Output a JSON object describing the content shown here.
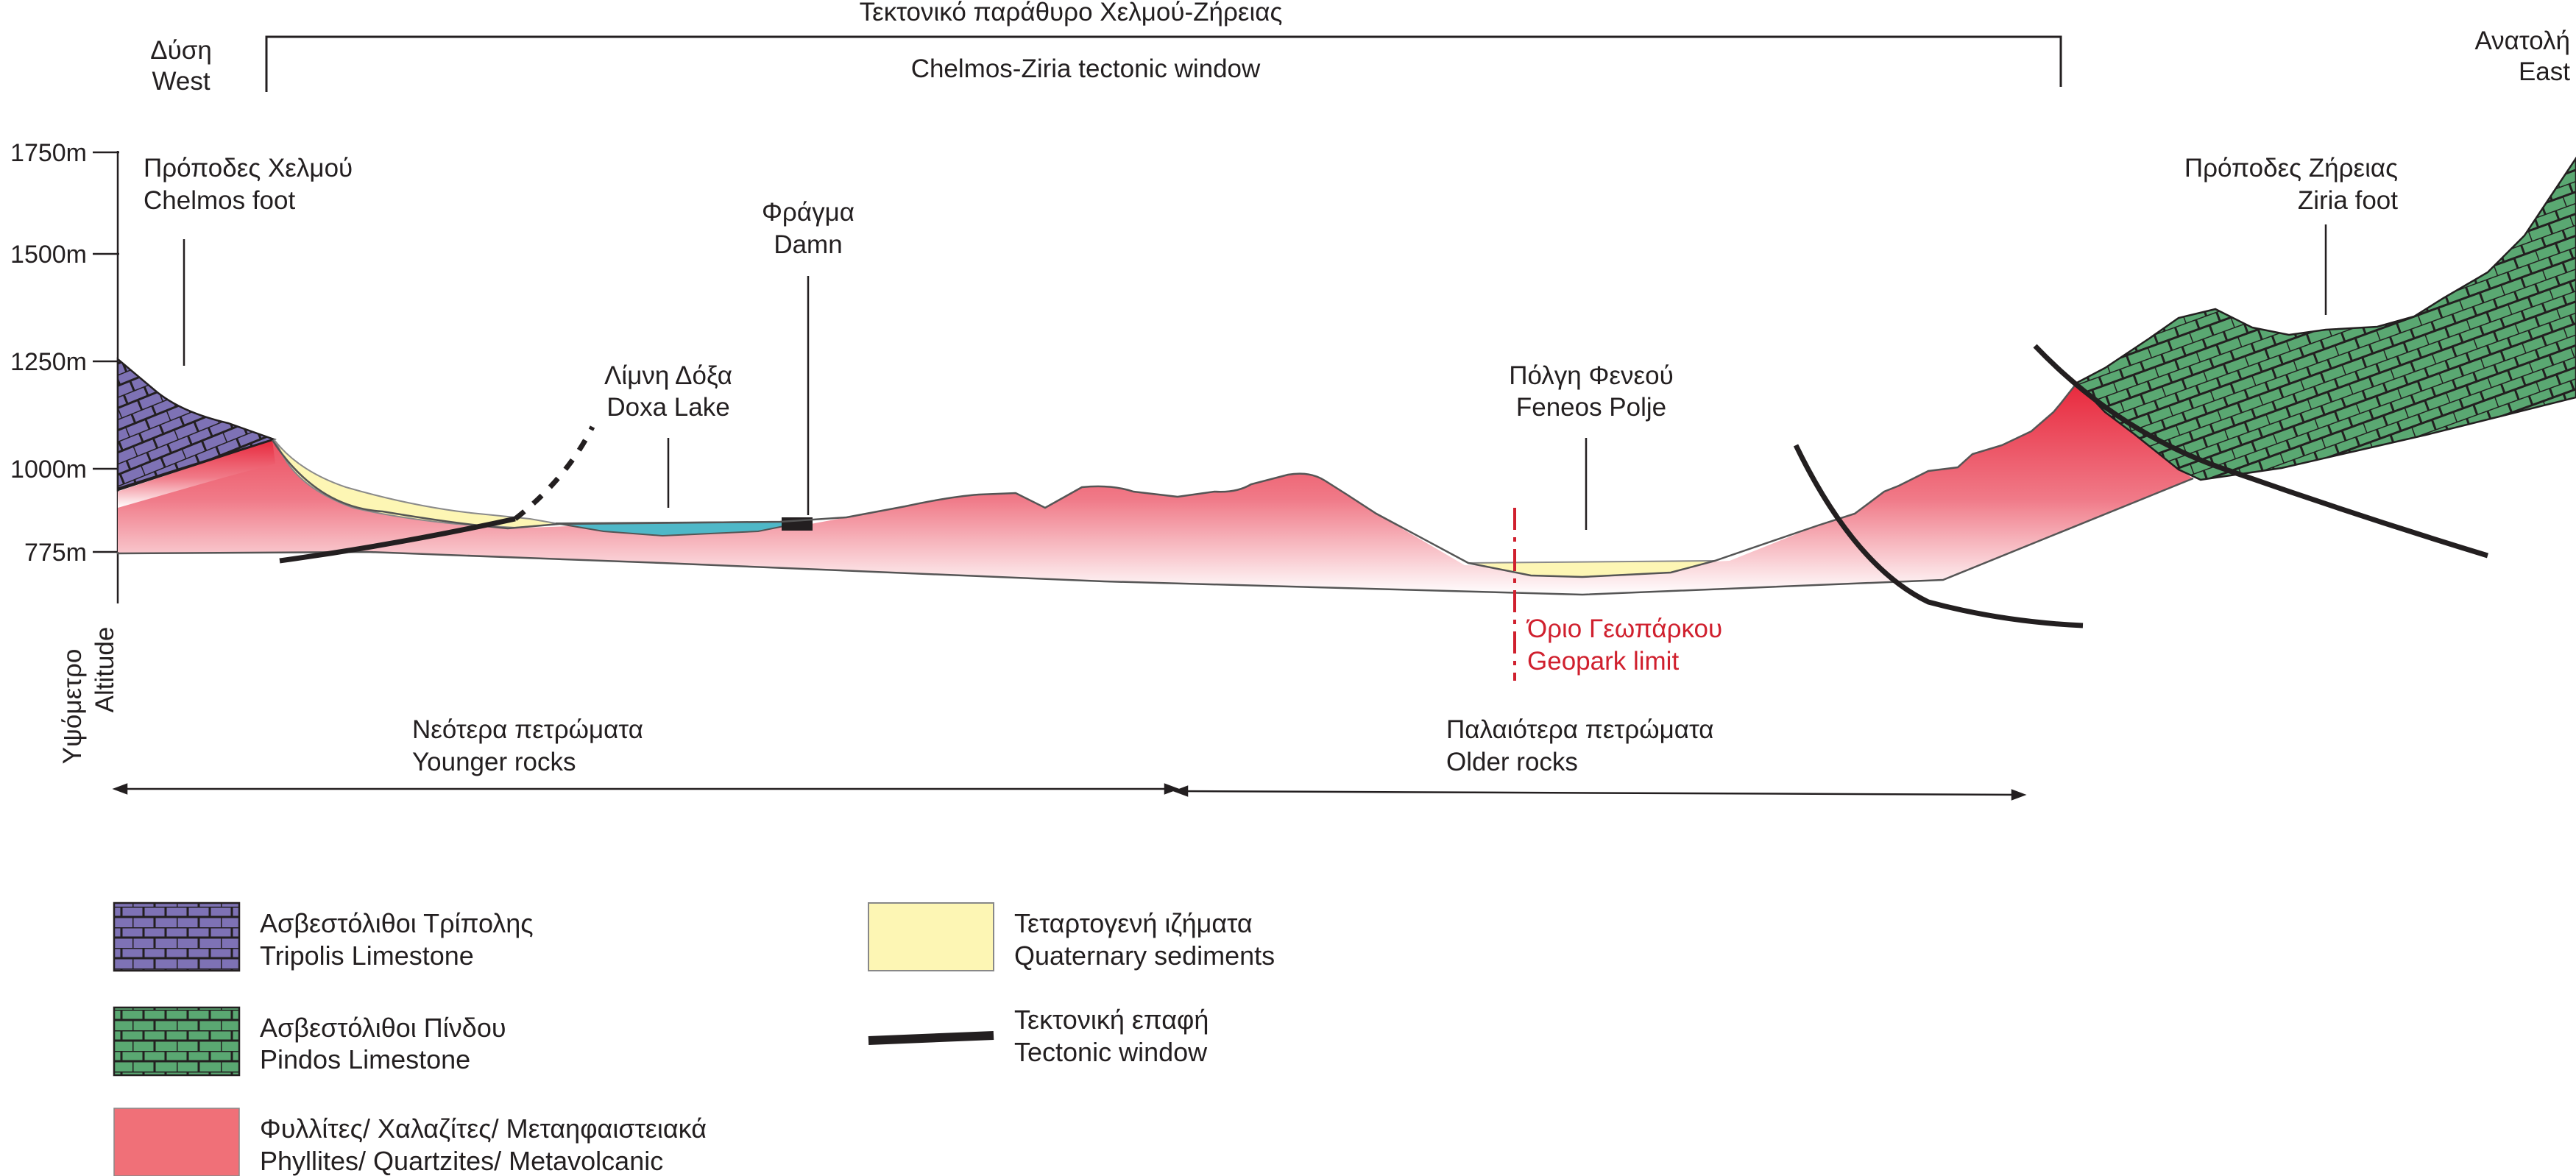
{
  "header": {
    "title_gr": "Τεκτονικό παράθυρο Χελμού-Ζήρειας",
    "title_en": "Chelmos-Ziria tectonic window"
  },
  "directions": {
    "west_gr": "Δύση",
    "west_en": "West",
    "east_gr": "Ανατολή",
    "east_en": "East"
  },
  "axis": {
    "label_gr": "Υψόμετρο",
    "label_en": "Altitude",
    "ticks": [
      "1750m",
      "1500m",
      "1250m",
      "1000m",
      "775m"
    ]
  },
  "labels": {
    "chelmos_gr": "Πρόποδες Χελμού",
    "chelmos_en": "Chelmos foot",
    "dam_gr": "Φράγμα",
    "dam_en": "Damn",
    "doxa_gr": "Λίμνη Δόξα",
    "doxa_en": "Doxa Lake",
    "feneos_gr": "Πόλγη Φενεού",
    "feneos_en": "Feneos Polje",
    "ziria_gr": "Πρόποδες Ζήρειας",
    "ziria_en": "Ziria foot",
    "geopark_gr": "Όριο Γεωπάρκου",
    "geopark_en": "Geopark limit"
  },
  "bottom": {
    "younger_gr": "Νεότερα πετρώματα",
    "younger_en": "Younger rocks",
    "older_gr": "Παλαιότερα πετρώματα",
    "older_en": "Older rocks"
  },
  "legend": [
    {
      "gr": "Ασβεστόλιθοι Τρίπολης",
      "en": "Tripolis Limestone",
      "color": "#7e72b5",
      "icon": "tripolis-limestone-swatch"
    },
    {
      "gr": "Ασβεστόλιθοι Πίνδου",
      "en": "Pindos Limestone",
      "color": "#5aa872",
      "icon": "pindos-limestone-swatch"
    },
    {
      "gr": "Φυλλίτες/ Χαλαζίτες/ Μεταηφαιστειακά",
      "en": "Phyllites/ Quartzites/ Metavolcanic",
      "color": "#f07078",
      "icon": "phyllites-swatch"
    },
    {
      "gr": "Τεταρτογενή ιζήματα",
      "en": "Quaternary sediments",
      "color": "#fdf6b4",
      "icon": "quaternary-swatch"
    },
    {
      "gr": "Τεκτονική επαφή",
      "en": "Tectonic window",
      "color": "#231f20",
      "icon": "tectonic-contact-line"
    }
  ],
  "colors": {
    "phyllite_top": "#e8283c",
    "lake": "#4fb8c8",
    "geopark_line": "#d0202e"
  }
}
